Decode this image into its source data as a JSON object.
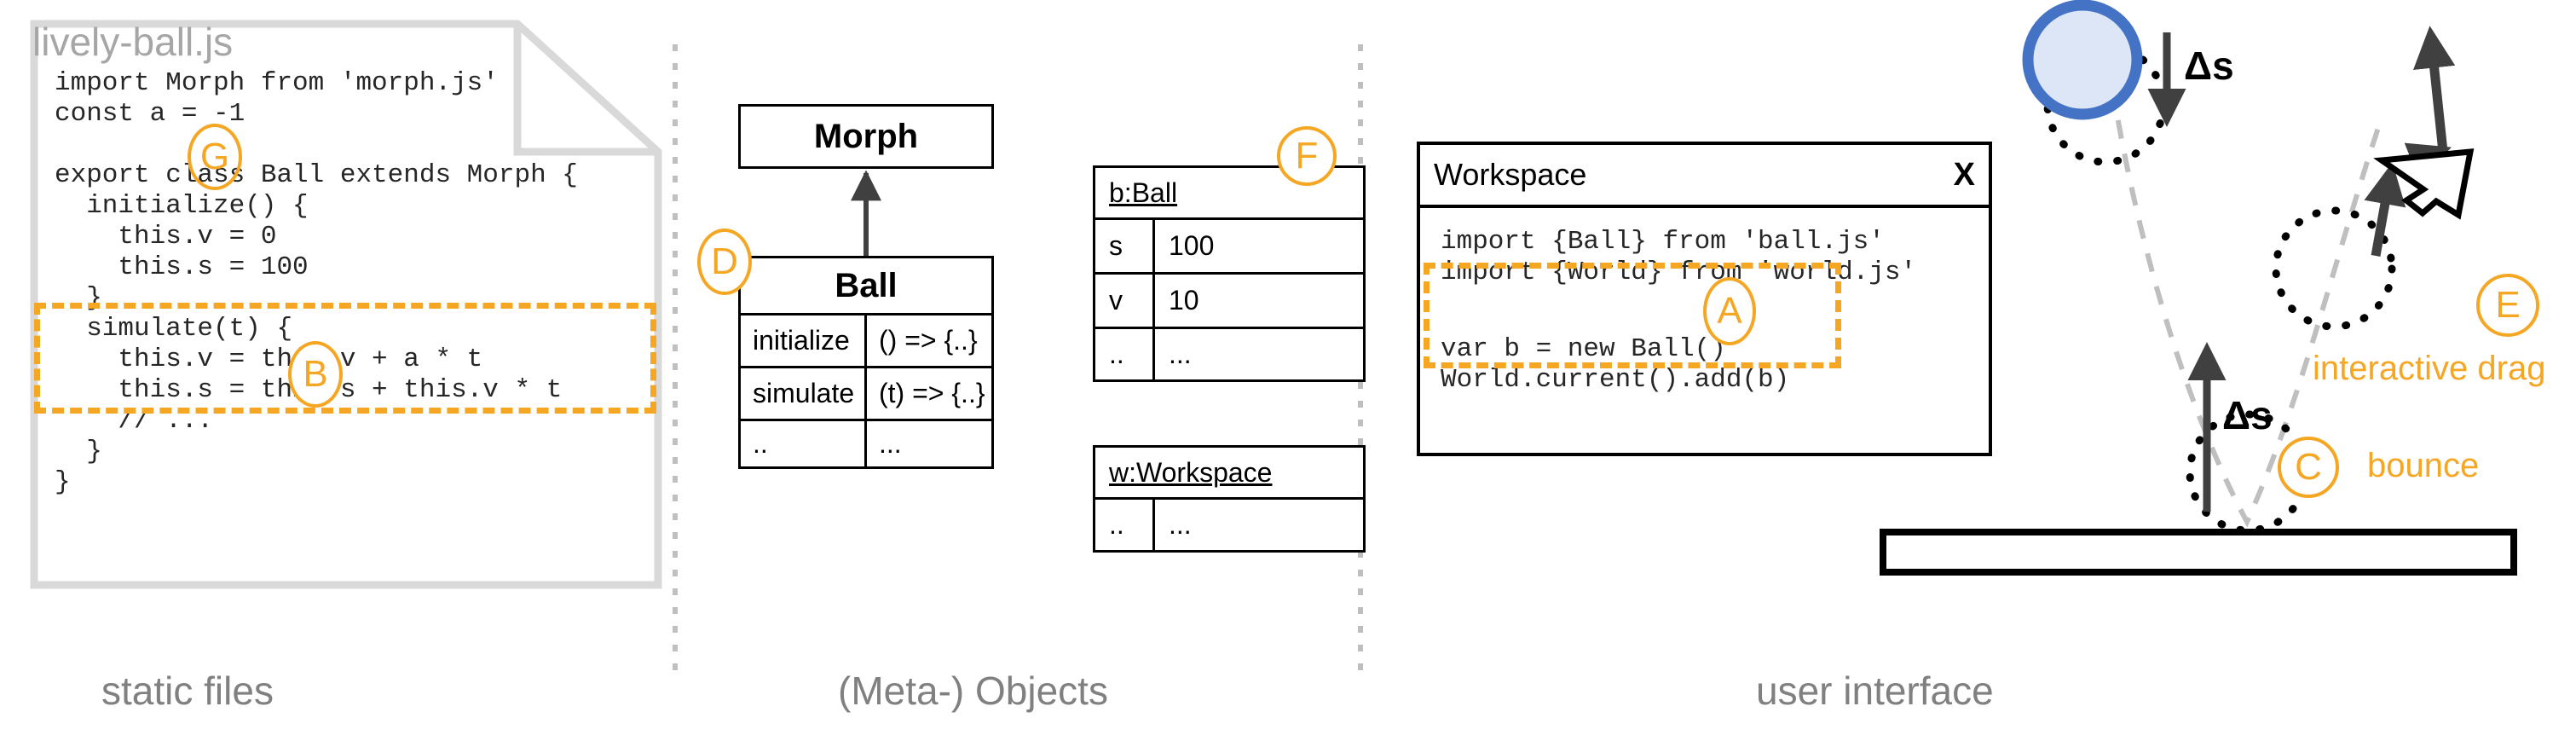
{
  "panels": [
    {
      "id": "static-files",
      "caption": "static files"
    },
    {
      "id": "meta-objects",
      "caption": "(Meta-) Objects"
    },
    {
      "id": "user-interface",
      "caption": "user interface"
    }
  ],
  "colors": {
    "accent_orange": "#F5A623",
    "caption_gray": "#808080",
    "card_gray": "#D9D9D9",
    "ball_fill": "#DCE6F7",
    "ball_stroke": "#4472C4",
    "trajectory_gray": "#BFBFBF",
    "arrow_dark": "#404040",
    "ink": "#000000"
  },
  "file_card": {
    "filename": "lively-ball.js",
    "code_lines": [
      "import Morph from 'morph.js'",
      "const a = -1",
      "",
      "export class Ball extends Morph {",
      "  initialize() {",
      "    this.v = 0",
      "    this.s = 100",
      "  }",
      "  simulate(t) {",
      "    this.v = this.v + a * t",
      "    this.s = this.s + this.v * t",
      "    // ...",
      "  }",
      "}"
    ],
    "highlight_label": "B",
    "marker_label": "G"
  },
  "uml": {
    "superclass": {
      "name": "Morph"
    },
    "subclass": {
      "name": "Ball",
      "marker_label": "D",
      "rows": [
        {
          "key": "initialize",
          "value": "() => {..}"
        },
        {
          "key": "simulate",
          "value": "(t) => {..}"
        },
        {
          "key": "..",
          "value": "..."
        }
      ]
    }
  },
  "objects": {
    "marker_label": "F",
    "ball": {
      "title": "b:Ball",
      "rows": [
        {
          "key": "s",
          "value": "100"
        },
        {
          "key": "v",
          "value": "10"
        },
        {
          "key": "..",
          "value": "..."
        }
      ]
    },
    "workspace": {
      "title": "w:Workspace",
      "rows": [
        {
          "key": "..",
          "value": "..."
        }
      ]
    }
  },
  "workspace_window": {
    "title": "Workspace",
    "close_label": "X",
    "code_lines": [
      "import {Ball} from 'ball.js'",
      "import {World} from 'world.js'"
    ],
    "highlight_lines": [
      "var b = new Ball()",
      "World.current().add(b)"
    ],
    "highlight_marker": "A"
  },
  "ui_scene": {
    "delta_top_label": "Δs",
    "delta_bottom_label": "Δs",
    "bounce_marker": "C",
    "bounce_label": "bounce",
    "drag_marker": "E",
    "drag_label": "interactive drag"
  }
}
